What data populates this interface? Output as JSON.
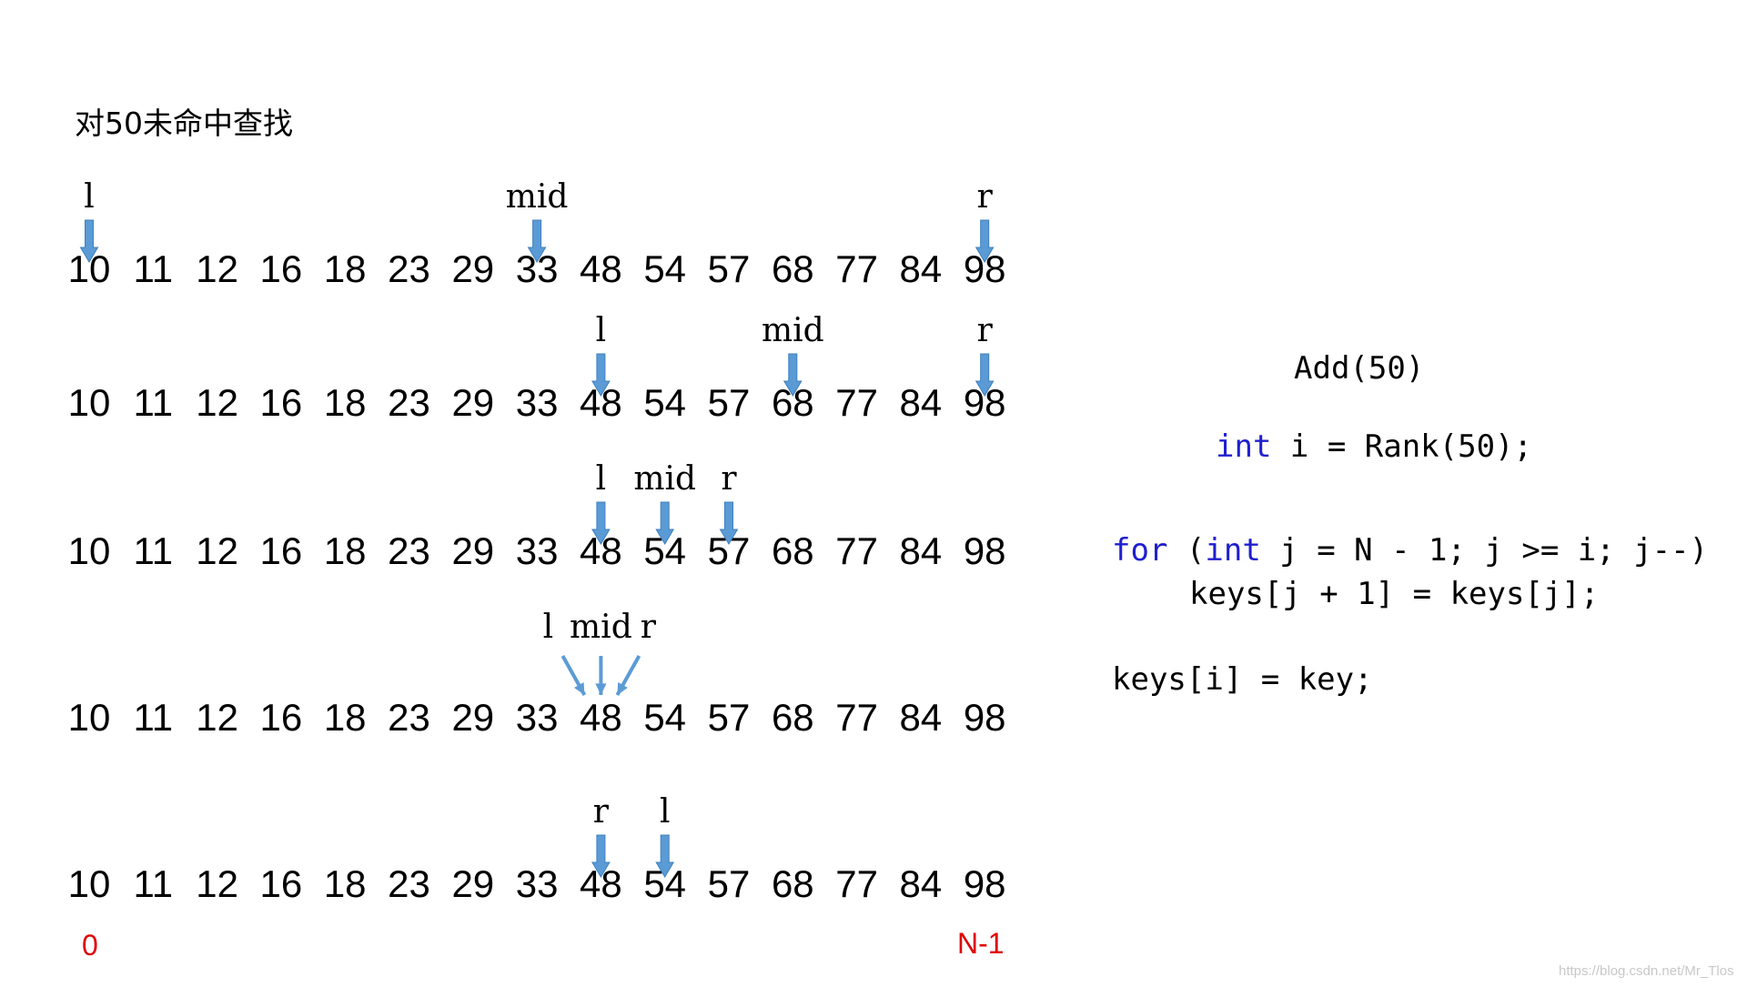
{
  "title": "对50未命中查找",
  "array": [
    "10",
    "11",
    "12",
    "16",
    "18",
    "23",
    "29",
    "33",
    "48",
    "54",
    "57",
    "68",
    "77",
    "84",
    "98"
  ],
  "rows": [
    {
      "pointers": [
        {
          "label": "l",
          "index": 0
        },
        {
          "label": "mid",
          "index": 7
        },
        {
          "label": "r",
          "index": 14
        }
      ],
      "arrow_style": "straight"
    },
    {
      "pointers": [
        {
          "label": "l",
          "index": 8
        },
        {
          "label": "mid",
          "index": 11
        },
        {
          "label": "r",
          "index": 14
        }
      ],
      "arrow_style": "straight"
    },
    {
      "pointers": [
        {
          "label": "l",
          "index": 8
        },
        {
          "label": "mid",
          "index": 9
        },
        {
          "label": "r",
          "index": 10
        }
      ],
      "arrow_style": "straight"
    },
    {
      "pointers": [
        {
          "label": "l",
          "index": 8
        },
        {
          "label": "mid",
          "index": 8
        },
        {
          "label": "r",
          "index": 8
        }
      ],
      "arrow_style": "converging"
    },
    {
      "pointers": [
        {
          "label": "r",
          "index": 8
        },
        {
          "label": "l",
          "index": 9
        }
      ],
      "arrow_style": "straight"
    }
  ],
  "index_labels": {
    "start": "0",
    "end": "N-1"
  },
  "code": {
    "add_call": "Add(50)",
    "rank_line": {
      "kw": "int",
      "rest": " i = Rank(50);"
    },
    "for_line": {
      "kw1": "for",
      "p1": " (",
      "kw2": "int",
      "rest": " j = N - 1; j >= i; j--)"
    },
    "body_line": "keys[j + 1] = keys[j];",
    "assign_line": "keys[i] = key;"
  },
  "watermark": "https://blog.csdn.net/Mr_Tlos",
  "colors": {
    "arrow": "#5b9bd5",
    "index_text": "#e00000",
    "keyword": "#1f1fcf"
  }
}
